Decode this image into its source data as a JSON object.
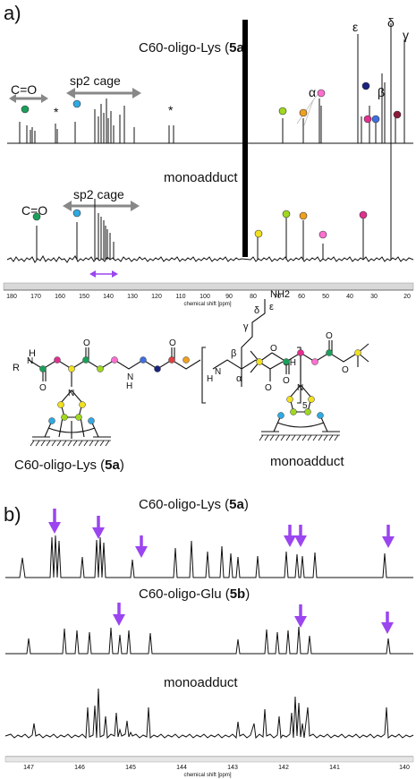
{
  "panel_a": {
    "label": "a)",
    "spectrum1_title": "C60-oligo-Lys",
    "spectrum1_id": "5a",
    "spectrum2_title": "monoadduct",
    "co_label": "C=O",
    "sp2_label": "sp2 cage",
    "star": "*",
    "greek": {
      "alpha": "α",
      "beta": "β",
      "gamma": "γ",
      "delta": "δ",
      "epsilon": "ε"
    },
    "axis": {
      "title": "chemical shift [ppm]",
      "ticks": [
        "180",
        "170",
        "160",
        "150",
        "140",
        "130",
        "120",
        "110",
        "100",
        "90",
        "80",
        "70",
        "60",
        "50",
        "40",
        "30",
        "20"
      ]
    }
  },
  "structures": {
    "left_caption": "C60-oligo-Lys",
    "left_caption_id": "5a",
    "right_caption": "monoadduct",
    "r_label": "R",
    "h_label": "H",
    "n_label": "N",
    "o_label": "O",
    "nh2_label": "NH2",
    "oh_label": "OH",
    "sub5": "5",
    "greek": {
      "alpha": "α",
      "beta": "β",
      "gamma": "γ",
      "delta": "δ",
      "epsilon": "ε"
    }
  },
  "panel_b": {
    "label": "b)",
    "spectrum1_title": "C60-oligo-Lys",
    "spectrum1_id": "5a",
    "spectrum2_title": "C60-oligo-Glu",
    "spectrum2_id": "5b",
    "spectrum3_title": "monoadduct",
    "axis": {
      "title": "chemical shift [ppm]",
      "ticks": [
        "147",
        "146",
        "145",
        "144",
        "143",
        "142",
        "141",
        "140"
      ]
    }
  },
  "colors": {
    "arrow": "#9b45f0",
    "green": "#1aa05a",
    "cyan": "#31a9e0",
    "yellow": "#f0e020",
    "lime": "#a0d820",
    "orange": "#f0a020",
    "pink": "#ff6fd0",
    "magenta": "#e0308f",
    "navy": "#1a237e",
    "blue": "#3f6fe0",
    "darkred": "#8a1a3a"
  }
}
